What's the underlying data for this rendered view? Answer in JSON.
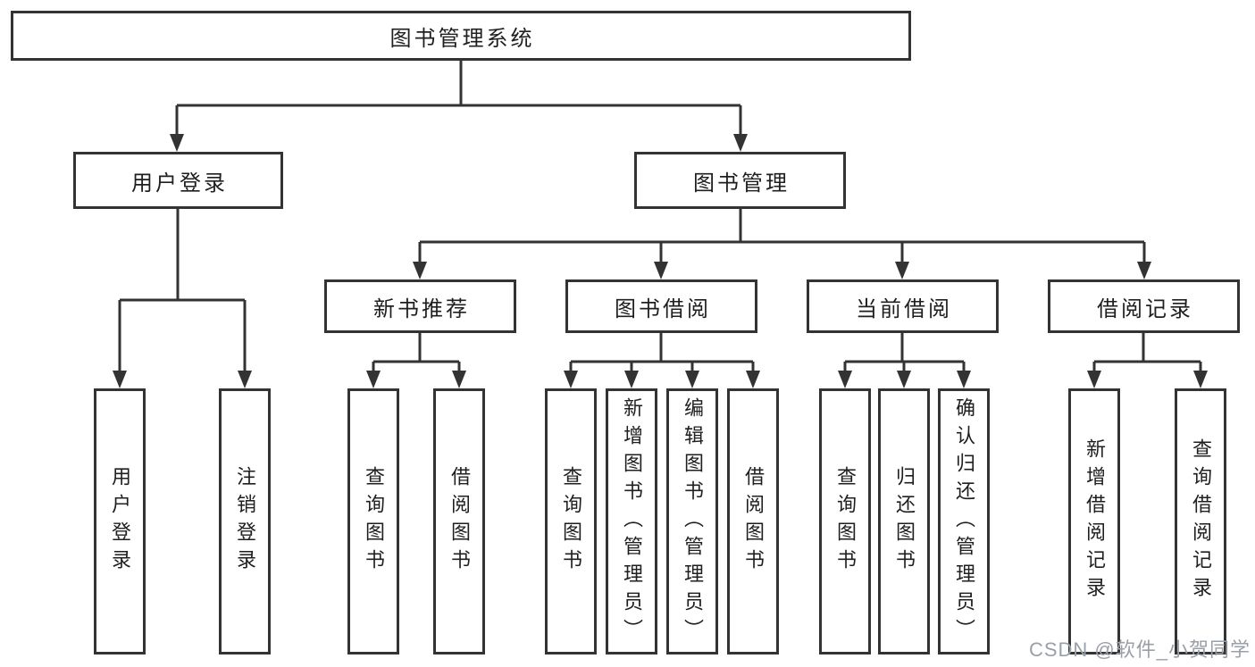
{
  "diagram": {
    "root_label": "图书管理系统",
    "user_branch": {
      "label": "用户登录",
      "children": [
        {
          "label": "用户登录"
        },
        {
          "label": "注销登录"
        }
      ]
    },
    "book_branch": {
      "label": "图书管理",
      "modules": [
        {
          "label": "新书推荐",
          "children": [
            {
              "label": "查询图书"
            },
            {
              "label": "借阅图书"
            }
          ]
        },
        {
          "label": "图书借阅",
          "children": [
            {
              "label": "查询图书"
            },
            {
              "label": "新增图书（管理员）"
            },
            {
              "label": "编辑图书（管理员）"
            },
            {
              "label": "借阅图书"
            }
          ]
        },
        {
          "label": "当前借阅",
          "children": [
            {
              "label": "查询图书"
            },
            {
              "label": "归还图书"
            },
            {
              "label": "确认归还（管理员）"
            }
          ]
        },
        {
          "label": "借阅记录",
          "children": [
            {
              "label": "新增借阅记录"
            },
            {
              "label": "查询借阅记录"
            }
          ]
        }
      ]
    }
  },
  "watermark": {
    "text": "CSDN @软件_小贺同学"
  },
  "colors": {
    "line": "#333333",
    "text": "#1f1f1f",
    "background": "#ffffff",
    "watermark": "#9aa0a7"
  }
}
